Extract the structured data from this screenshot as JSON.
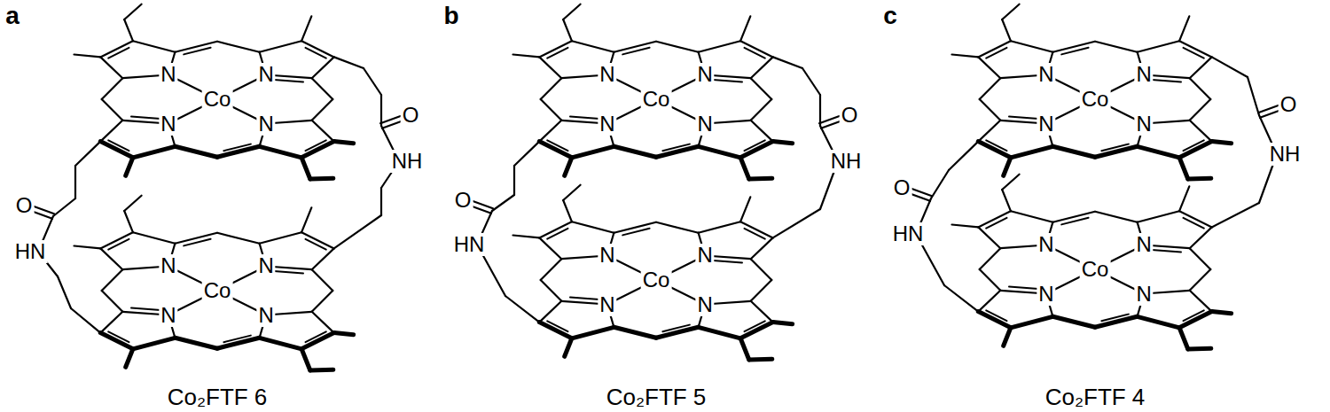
{
  "diagram": {
    "labels": [
      "a",
      "N",
      "N",
      "N",
      "N",
      "Co",
      "N",
      "N",
      "N",
      "N",
      "Co",
      "O",
      "NH",
      "O",
      "HN",
      "Co₂FTF 6",
      "b",
      "N",
      "N",
      "N",
      "N",
      "Co",
      "N",
      "N",
      "N",
      "N",
      "Co",
      "O",
      "NH",
      "O",
      "HN",
      "Co₂FTF 5",
      "c",
      "N",
      "N",
      "N",
      "N",
      "Co",
      "N",
      "N",
      "N",
      "N",
      "Co",
      "O",
      "NH",
      "O",
      "HN",
      "Co₂FTF 4"
    ]
  }
}
